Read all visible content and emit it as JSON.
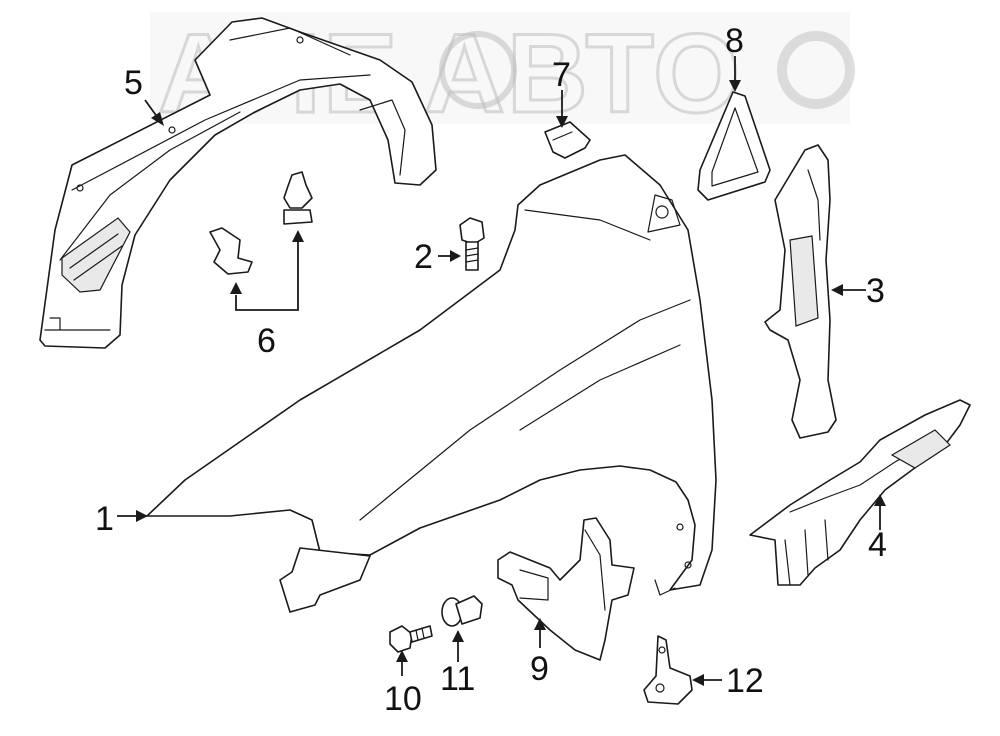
{
  "watermark": {
    "text": "АЛЕ АВТО",
    "color": "#bdbdbd"
  },
  "callouts": [
    "1",
    "2",
    "3",
    "4",
    "5",
    "6",
    "7",
    "8",
    "9",
    "10",
    "11",
    "12"
  ],
  "colors": {
    "line": "#1a1a1a",
    "background": "#ffffff"
  }
}
